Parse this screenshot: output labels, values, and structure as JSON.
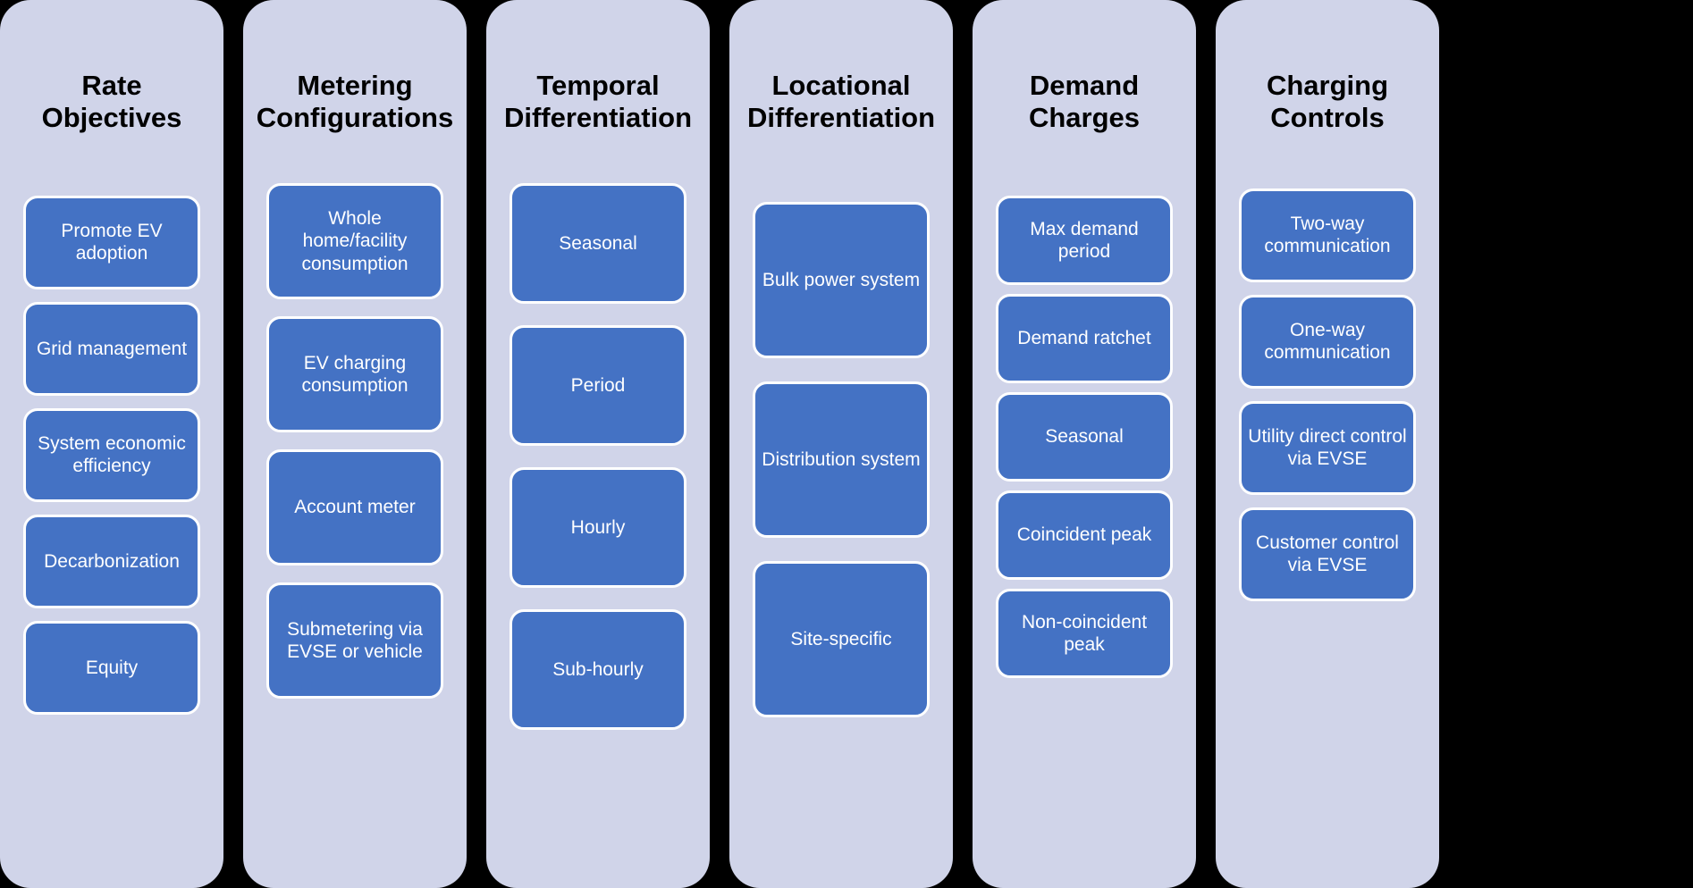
{
  "diagram": {
    "type": "category-columns",
    "background_color": "#000000",
    "column_background_color": "#D0D4E9",
    "item_color": "#4472C4",
    "item_border_color": "#FFFFFF",
    "title_color": "#000000",
    "item_text_color": "#FFFFFF"
  },
  "columns": [
    {
      "title": "Rate\nObjectives",
      "items": [
        "Promote EV adoption",
        "Grid management",
        "System economic efficiency",
        "Decarbonization",
        "Equity"
      ]
    },
    {
      "title": "Metering\nConfigurations",
      "items": [
        "Whole home/facility consumption",
        "EV charging consumption",
        "Account meter",
        "Submetering via EVSE or vehicle"
      ]
    },
    {
      "title": "Temporal\nDifferentiation",
      "items": [
        "Seasonal",
        "Period",
        "Hourly",
        "Sub-hourly"
      ]
    },
    {
      "title": "Locational\nDifferentiation",
      "items": [
        "Bulk power system",
        "Distribution system",
        "Site-specific"
      ]
    },
    {
      "title": "Demand\nCharges",
      "items": [
        "Max demand period",
        "Demand ratchet",
        "Seasonal",
        "Coincident peak",
        "Non-coincident peak"
      ]
    },
    {
      "title": "Charging\nControls",
      "items": [
        "Two-way communication",
        "One-way communication",
        "Utility direct control via EVSE",
        "Customer control via EVSE"
      ]
    }
  ]
}
